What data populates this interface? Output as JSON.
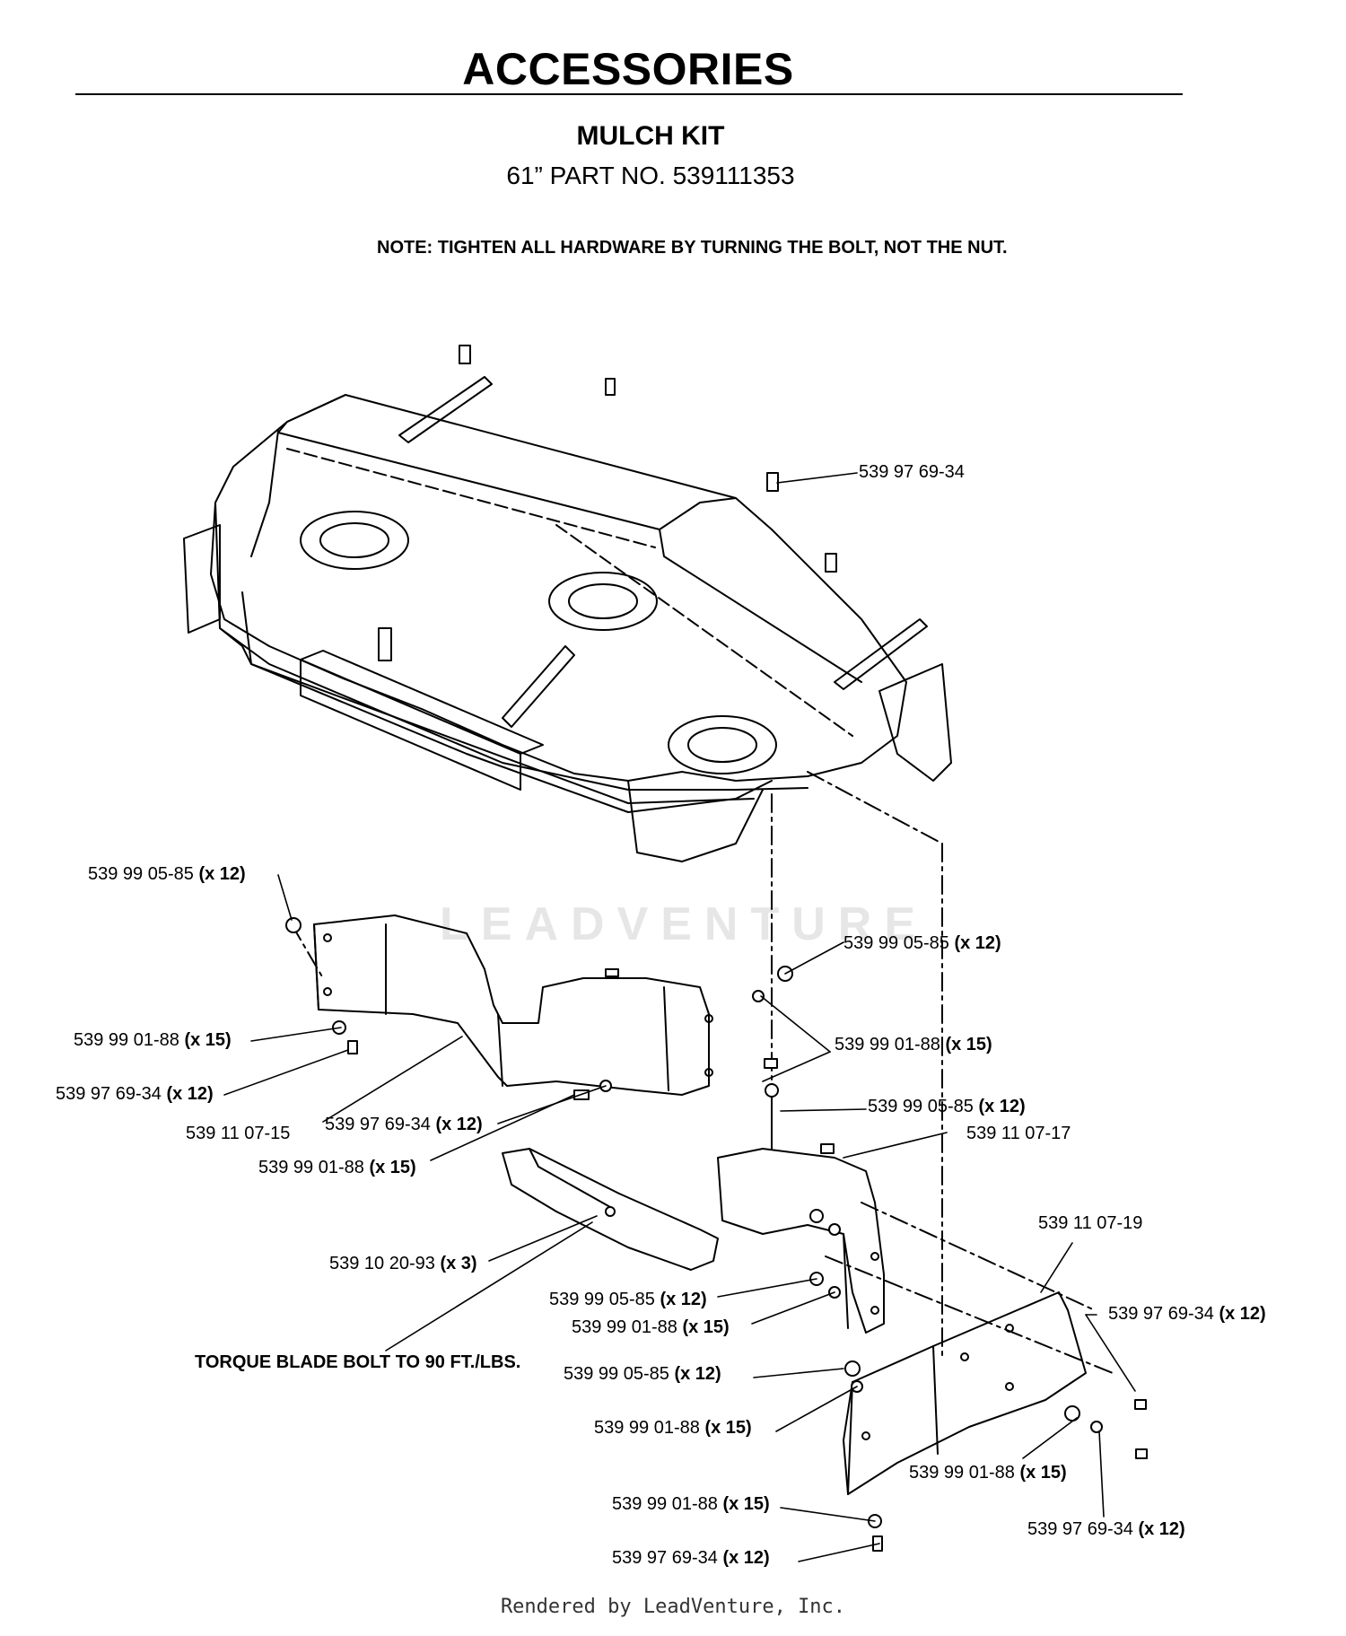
{
  "header": {
    "title": "ACCESSORIES",
    "subtitle": "MULCH KIT",
    "part_no": "61” PART NO. 539111353",
    "note": "NOTE: TIGHTEN ALL HARDWARE BY TURNING THE BOLT, NOT THE NUT."
  },
  "watermark": "LEADVENTURE",
  "footer": "Rendered by LeadVenture, Inc.",
  "callouts": [
    {
      "id": "c1",
      "part": "539 97 69-34",
      "qty": ""
    },
    {
      "id": "c2",
      "part": "539 99 05-85",
      "qty": "(x 12)"
    },
    {
      "id": "c3",
      "part": "539 99 05-85",
      "qty": "(x 12)"
    },
    {
      "id": "c4",
      "part": "539 99 01-88",
      "qty": "(x 15)"
    },
    {
      "id": "c5",
      "part": "539 99 01-88",
      "qty": "(x 15)"
    },
    {
      "id": "c6",
      "part": "539 97 69-34",
      "qty": "(x 12)"
    },
    {
      "id": "c7",
      "part": "539 99 05-85",
      "qty": "(x 12)"
    },
    {
      "id": "c8",
      "part": "539 11 07-15",
      "qty": ""
    },
    {
      "id": "c9",
      "part": "539 97 69-34",
      "qty": "(x 12)"
    },
    {
      "id": "c10",
      "part": "539 11 07-17",
      "qty": ""
    },
    {
      "id": "c11",
      "part": "539 99 01-88",
      "qty": "(x 15)"
    },
    {
      "id": "c12",
      "part": "539 11 07-19",
      "qty": ""
    },
    {
      "id": "c13",
      "part": "539 10 20-93",
      "qty": "(x 3)"
    },
    {
      "id": "c14",
      "part": "539 97 69-34",
      "qty": "(x 12)"
    },
    {
      "id": "c15",
      "part": "539 99 05-85",
      "qty": "(x 12)"
    },
    {
      "id": "c16",
      "part": "539 99 01-88",
      "qty": "(x 15)"
    },
    {
      "id": "c17",
      "part": "TORQUE BLADE BOLT TO 90 FT./LBS.",
      "qty": ""
    },
    {
      "id": "c18",
      "part": "539 99 05-85",
      "qty": "(x 12)"
    },
    {
      "id": "c19",
      "part": "539 99 01-88",
      "qty": "(x 15)"
    },
    {
      "id": "c20",
      "part": "539 99 01-88",
      "qty": "(x 15)"
    },
    {
      "id": "c21",
      "part": "539 99 01-88",
      "qty": "(x 15)"
    },
    {
      "id": "c22",
      "part": "539 97 69-34",
      "qty": "(x 12)"
    },
    {
      "id": "c23",
      "part": "539 97 69-34",
      "qty": "(x 12)"
    }
  ]
}
